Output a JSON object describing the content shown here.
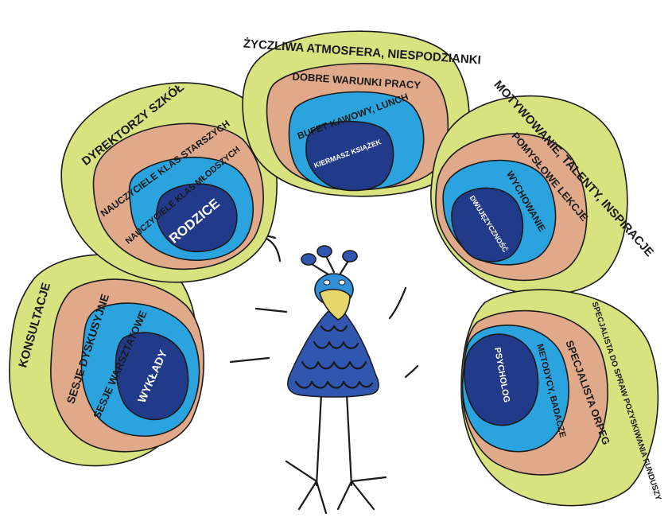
{
  "colors": {
    "ring1": "#d8e27e",
    "ring2": "#dfa98a",
    "ring3": "#2aa3de",
    "ring4": "#213a8a",
    "ink": "#1a1a1a",
    "peacock_body": "#3056b0",
    "peacock_head": "#2f8fd8",
    "peacock_beak": "#e6d66a"
  },
  "feathers": [
    {
      "id": "left",
      "labels": [
        "KONSULTACJE",
        "SESJE DYSKUSYJNE",
        "SESJE WARSZTATOWE",
        "WYKŁADY"
      ]
    },
    {
      "id": "upper-left",
      "labels": [
        "DYREKTORZY SZKÓŁ",
        "NAUCZYCIELE KLAS STARSZYCH",
        "NAUCZYCIELE KLAS MŁODSZYCH",
        "RODZICE"
      ]
    },
    {
      "id": "top",
      "labels": [
        "ŻYCZLIWA ATMOSFERA, NIESPODZIANKI",
        "DOBRE WARUNKI PRACY",
        "BUFET KAWOWY, LUNCH",
        "KIERMASZ KSIĄŻEK"
      ]
    },
    {
      "id": "upper-right",
      "labels": [
        "MOTYWOWANIE, TALENTY, INSPIRACJE",
        "POMYSŁOWE LEKCJE",
        "WYCHOWANIE",
        "DWUJĘZYCZNOŚĆ"
      ]
    },
    {
      "id": "lower-right",
      "labels": [
        "SPECJALISTA DO SPRAW POZYSKIWANIA FUNDUSZY",
        "SPECJALISTA ORPEG",
        "METODYCY, BADACZE",
        "PSYCHOLOG"
      ]
    }
  ]
}
